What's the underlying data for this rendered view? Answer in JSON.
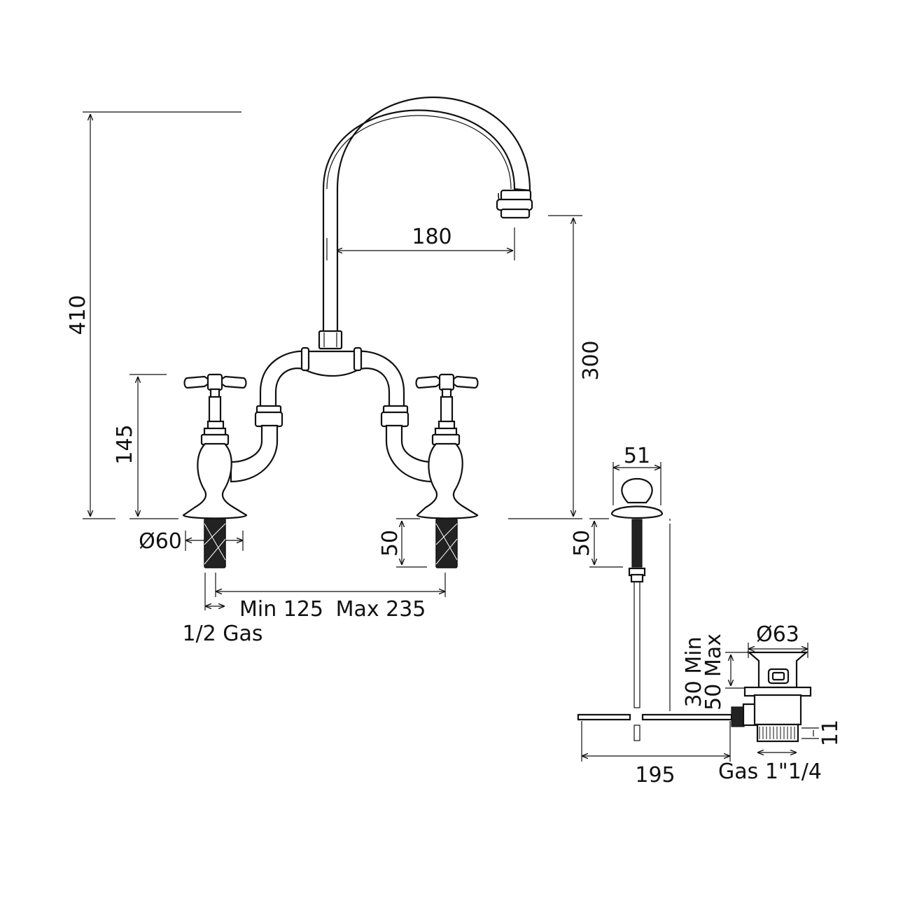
{
  "dimensions": {
    "overall_height": "410",
    "spout_reach": "180",
    "spout_height": "300",
    "tap_height": "145",
    "base_diameter": "Ø60",
    "shank_length": "50",
    "connection": "1/2 Gas",
    "centers_min": "Min 125",
    "centers_max": "Max 235",
    "knob_diameter": "51",
    "rod_shank": "50",
    "waste_diameter": "Ø63",
    "waste_height_min": "30 Min",
    "waste_height_max": "50 Max",
    "waste_thread_height": "11",
    "rod_length": "195",
    "waste_thread": "Gas 1\"1/4"
  }
}
